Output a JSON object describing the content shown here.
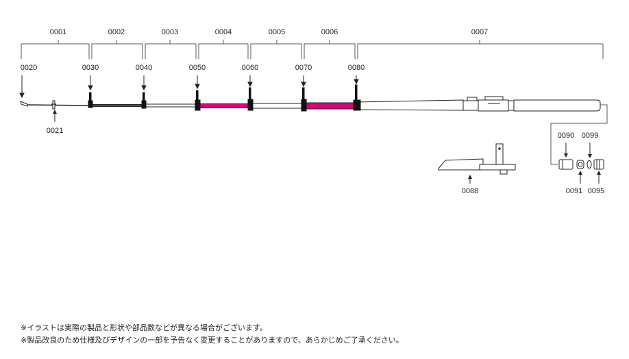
{
  "section_labels": [
    "0001",
    "0002",
    "0003",
    "0004",
    "0005",
    "0006",
    "0007"
  ],
  "guide_labels": [
    "0020",
    "0030",
    "0040",
    "0050",
    "0060",
    "0070",
    "0080"
  ],
  "part_labels": {
    "p0021": "0021",
    "p0088": "0088",
    "p0090": "0090",
    "p0099": "0099",
    "p0091": "0091",
    "p0095": "0095"
  },
  "colors": {
    "accent": "#e2007a",
    "line": "#222222"
  },
  "notes": [
    "※イラストは実際の製品と形状や部品数などが異なる場合がございます。",
    "※製品改良のため仕様及びデザインの一部を予告なく変更することがありますので、あらかじめご了承ください。"
  ]
}
